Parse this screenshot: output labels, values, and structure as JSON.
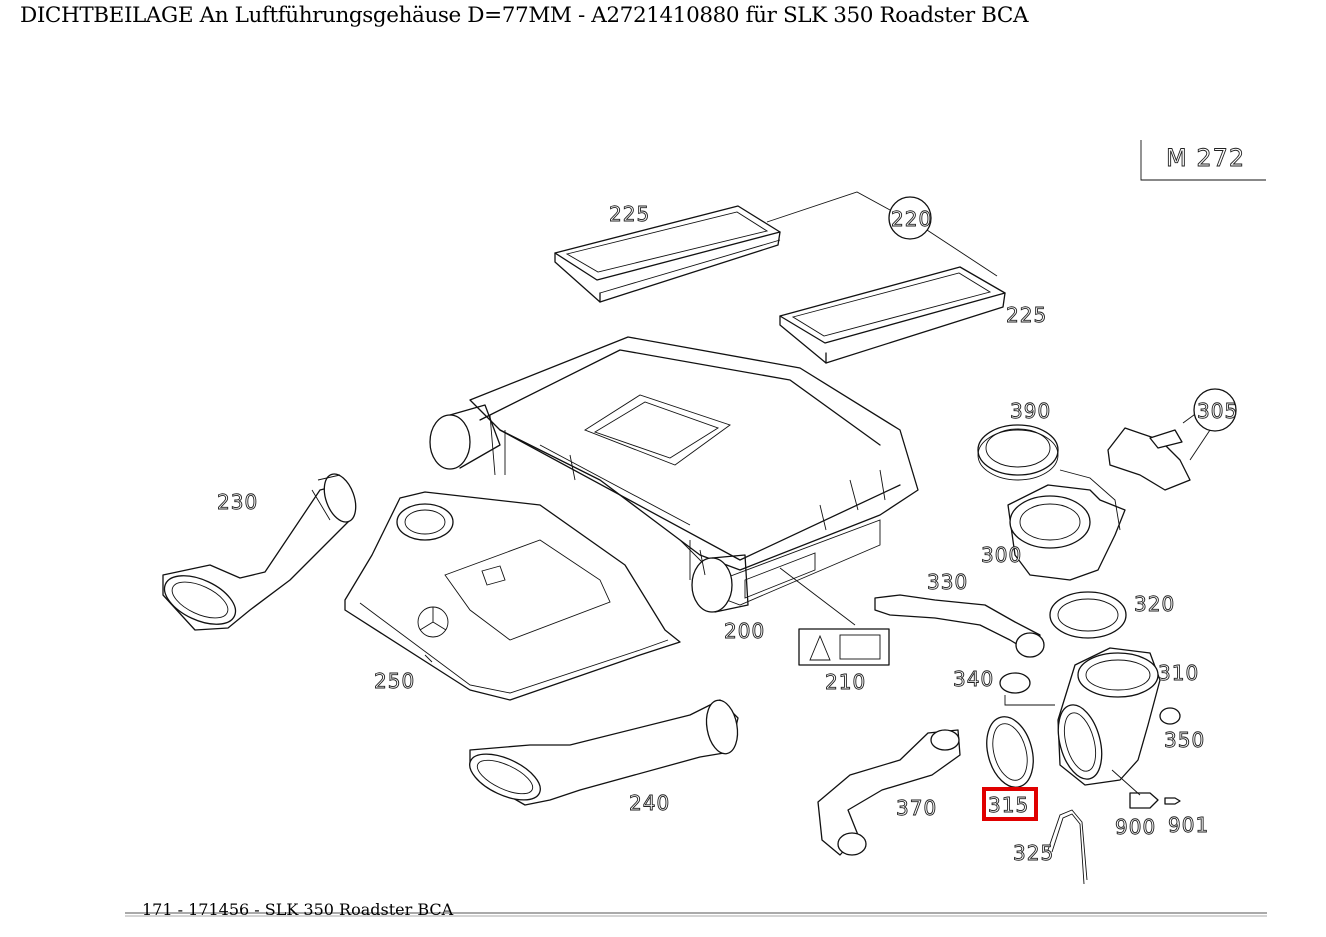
{
  "page": {
    "title": "DICHTBEILAGE An Luftführungsgehäuse D=77MM - A2721410880 für SLK 350 Roadster BCA",
    "footer": "171 - 171456 - SLK 350 Roadster BCA"
  },
  "diagram": {
    "engine_code": "M 272",
    "highlighted_part": "315",
    "highlight_color": "#e00000",
    "parts": [
      {
        "id": "p225a",
        "number": "225"
      },
      {
        "id": "p220",
        "number": "220",
        "circled": true
      },
      {
        "id": "p225b",
        "number": "225"
      },
      {
        "id": "p390",
        "number": "390"
      },
      {
        "id": "p305",
        "number": "305",
        "circled": true
      },
      {
        "id": "p230",
        "number": "230"
      },
      {
        "id": "p300",
        "number": "300"
      },
      {
        "id": "p330",
        "number": "330"
      },
      {
        "id": "p320",
        "number": "320"
      },
      {
        "id": "p200",
        "number": "200"
      },
      {
        "id": "p310",
        "number": "310"
      },
      {
        "id": "p250",
        "number": "250"
      },
      {
        "id": "p340",
        "number": "340"
      },
      {
        "id": "p210",
        "number": "210"
      },
      {
        "id": "p350",
        "number": "350"
      },
      {
        "id": "p240",
        "number": "240"
      },
      {
        "id": "p370",
        "number": "370"
      },
      {
        "id": "p315",
        "number": "315"
      },
      {
        "id": "p900",
        "number": "900"
      },
      {
        "id": "p901",
        "number": "901"
      },
      {
        "id": "p325",
        "number": "325"
      }
    ]
  }
}
